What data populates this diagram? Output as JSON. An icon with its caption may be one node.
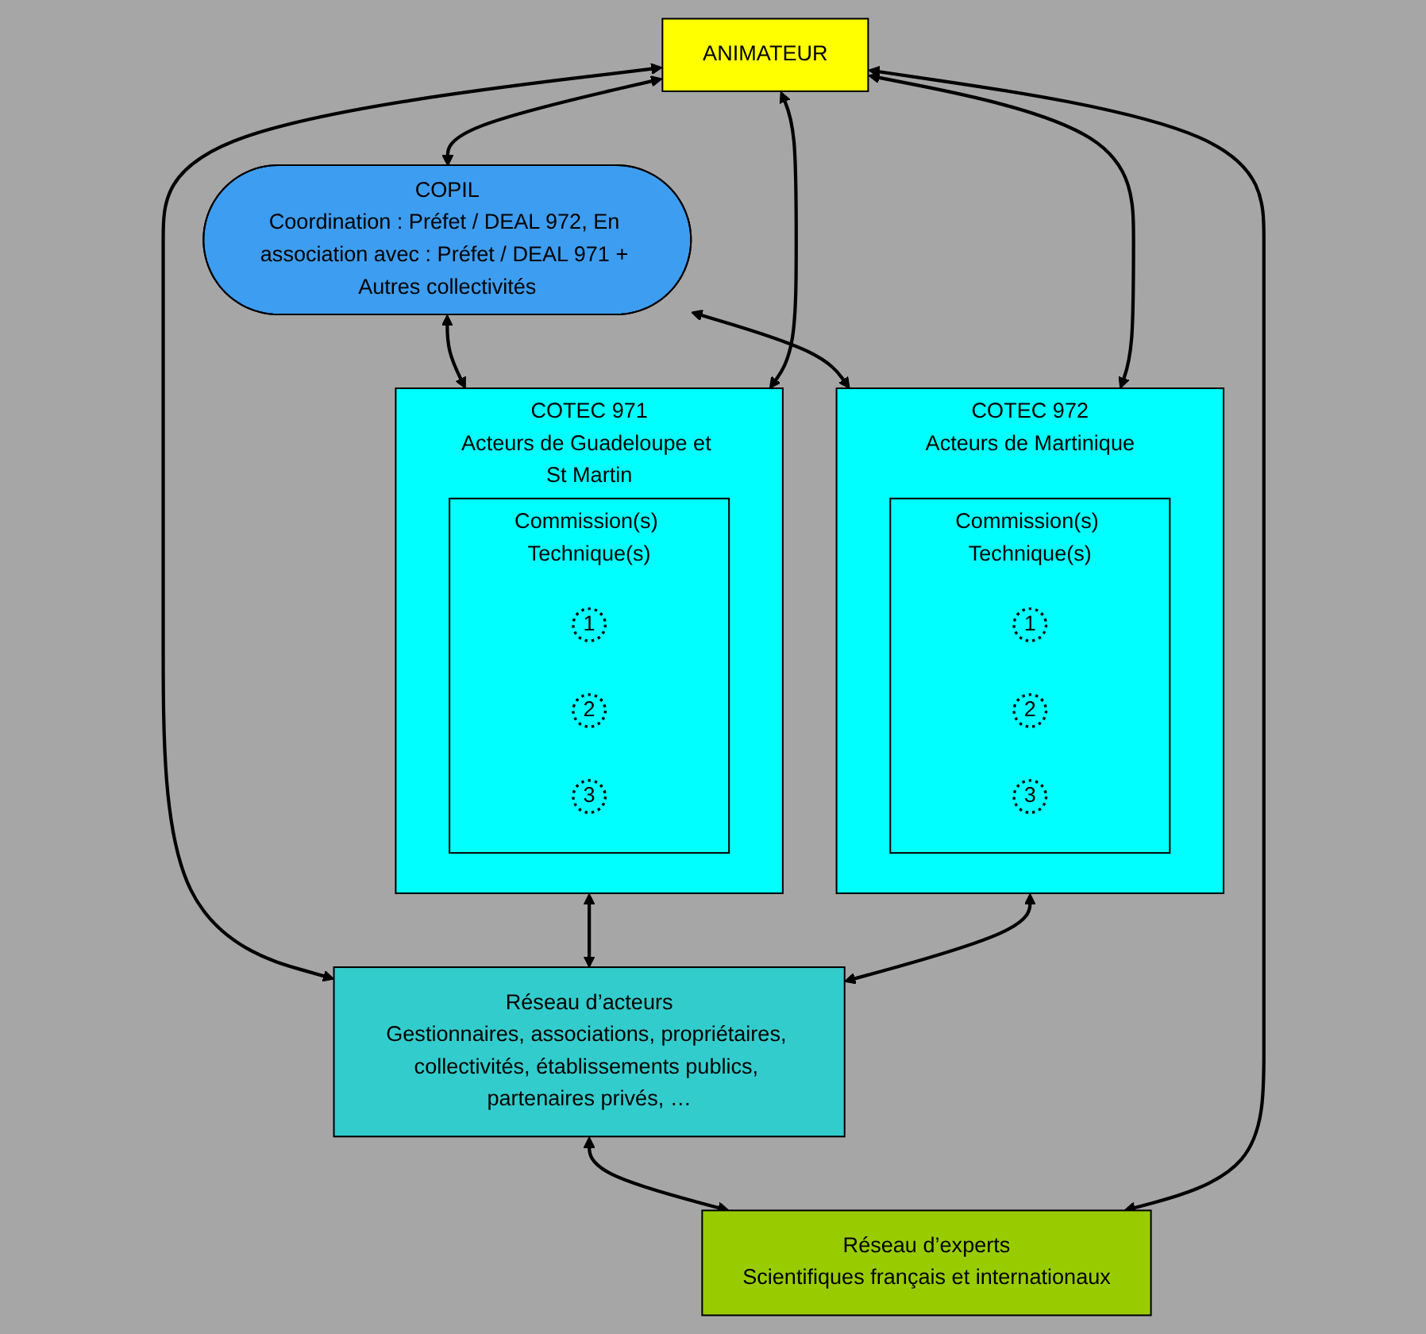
{
  "diagram": {
    "nodes": [
      {
        "text": [
          "ANIMATEUR"
        ]
      },
      {
        "text": [
          "COPIL",
          "Coordination : Préfet / DEAL 972, En association avec : Préfet / DEAL 971 + Autres collectivités"
        ]
      },
      {
        "text": [
          "COTEC 971",
          "Acteurs de Guadeloupe et St Martin"
        ]
      },
      {
        "text": [
          "Commission(s) Technique(s)"
        ],
        "in": 2
      },
      {
        "text": [
          "1"
        ],
        "in": 3
      },
      {
        "text": [
          "2"
        ],
        "in": 3
      },
      {
        "text": [
          "3"
        ],
        "in": 3
      },
      {
        "text": [
          "COTEC 972",
          "Acteurs de Martinique"
        ]
      },
      {
        "text": [
          "Commission(s) Technique(s)"
        ],
        "in": 7
      },
      {
        "text": [
          "1"
        ],
        "in": 8
      },
      {
        "text": [
          "2"
        ],
        "in": 8
      },
      {
        "text": [
          "3"
        ],
        "in": 8
      },
      {
        "text": [
          "Réseau d’acteurs",
          "Gestionnaires, associations, propriétaires, collectivités, établissements publics, partenaires privés, …"
        ]
      },
      {
        "text": [
          "Réseau d’experts",
          "Scientifiques français et internationaux"
        ]
      }
    ],
    "edges": [
      {
        "from": 0,
        "to": 1,
        "arrow": "both"
      },
      {
        "from": 1,
        "to": 2,
        "arrow": "both"
      },
      {
        "from": 1,
        "to": 7,
        "arrow": "both"
      },
      {
        "from": 0,
        "to": 2,
        "arrow": "both"
      },
      {
        "from": 2,
        "to": 12,
        "arrow": "both"
      },
      {
        "from": 7,
        "to": 12,
        "arrow": "both"
      },
      {
        "from": 0,
        "to": 12,
        "arrow": "both"
      },
      {
        "from": 12,
        "to": 13,
        "arrow": "both"
      },
      {
        "from": 0,
        "to": 13,
        "arrow": "both"
      },
      {
        "from": 0,
        "to": 7,
        "arrow": "both"
      }
    ]
  }
}
